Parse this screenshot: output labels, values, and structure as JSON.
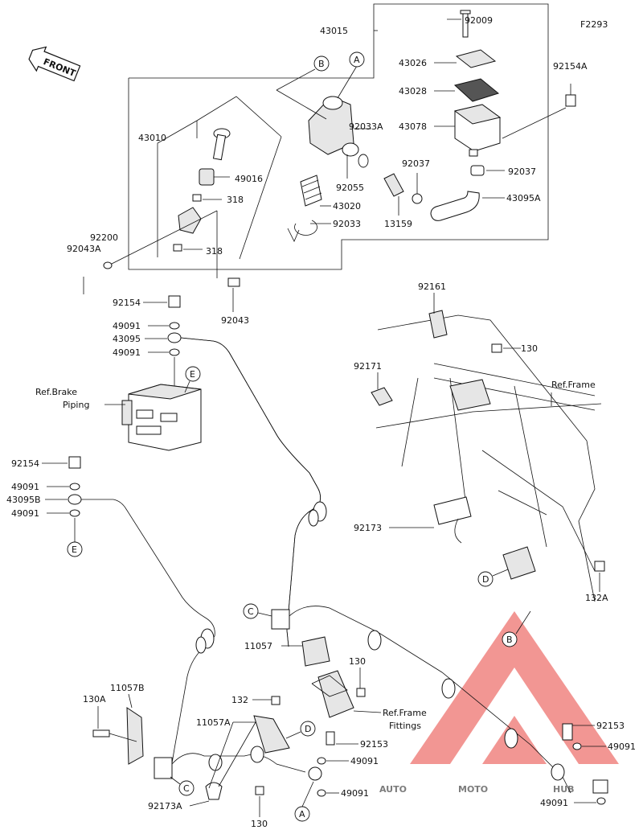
{
  "figure_code": "F2293",
  "front_label": "FRONT",
  "callouts": {
    "a": "A",
    "b": "B",
    "c": "C",
    "d": "D",
    "e": "E"
  },
  "ref_labels": {
    "brake_piping_1": "Ref.Brake",
    "brake_piping_2": "Piping",
    "frame": "Ref.Frame",
    "frame_fittings_1": "Ref.Frame",
    "frame_fittings_2": "Fittings"
  },
  "parts": {
    "p43015": "43015",
    "p92009": "92009",
    "p43026": "43026",
    "p43028": "43028",
    "p43078": "43078",
    "p92154A": "92154A",
    "p43010": "43010",
    "p92033A": "92033A",
    "p49016": "49016",
    "p318a": "318",
    "p318b": "318",
    "p92037a": "92037",
    "p92037b": "92037",
    "p92055": "92055",
    "p43020": "43020",
    "p13159": "13159",
    "p43095A": "43095A",
    "p92033": "92033",
    "p92200": "92200",
    "p92043A": "92043A",
    "p92043": "92043",
    "p92161": "92161",
    "p92154a": "92154",
    "p49091a": "49091",
    "p43095": "43095",
    "p49091b": "49091",
    "p130a": "130",
    "p92171": "92171",
    "p92154b": "92154",
    "p49091c": "49091",
    "p43095B": "43095B",
    "p49091d": "49091",
    "p92173a": "92173",
    "p132A": "132A",
    "p11057": "11057",
    "p130b": "130",
    "p130A": "130A",
    "p11057B": "11057B",
    "p132": "132",
    "p11057A": "11057A",
    "p92153a": "92153",
    "p92153b": "92153",
    "p49091e": "49091",
    "p49091f": "49091",
    "p49091g": "49091",
    "p49091h": "49091",
    "p92173A": "92173A",
    "p130c": "130"
  },
  "watermark": {
    "part1": "AUTO",
    "part2": "MOTO",
    "part3": "HUB",
    "color_red": "#e8413c",
    "color_orange": "#f39a1e"
  }
}
